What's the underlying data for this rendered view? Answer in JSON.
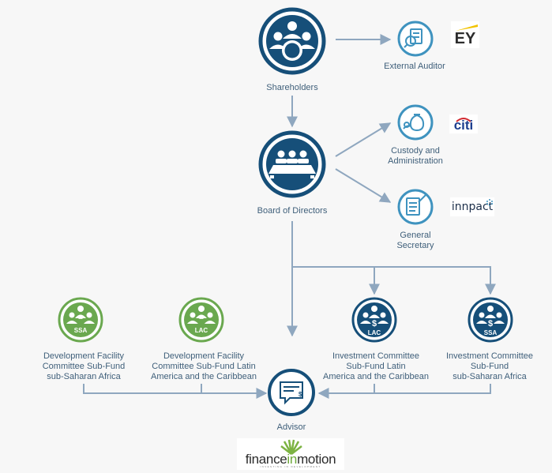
{
  "nodes": {
    "shareholders": {
      "label": [
        "Shareholders"
      ]
    },
    "auditor": {
      "label": [
        "External Auditor"
      ]
    },
    "board": {
      "label": [
        "Board of Directors"
      ]
    },
    "custody": {
      "label": [
        "Custody and",
        "Administration"
      ]
    },
    "secretary": {
      "label": [
        "General",
        "Secretary"
      ]
    },
    "dfc_ssa": {
      "badge": "SSA",
      "label": [
        "Development Facility",
        "Committee Sub-Fund",
        "sub-Saharan Africa"
      ]
    },
    "dfc_lac": {
      "badge": "LAC",
      "label": [
        "Development Facility",
        "Committee Sub-Fund Latin",
        "America and the Caribbean"
      ]
    },
    "ic_lac": {
      "badge": "LAC",
      "label": [
        "Investment Committee",
        "Sub-Fund Latin",
        "America and the Caribbean"
      ]
    },
    "ic_ssa": {
      "badge": "SSA",
      "label": [
        "Investment Committee",
        "Sub-Fund",
        "sub-Saharan Africa"
      ]
    },
    "advisor": {
      "label": [
        "Advisor"
      ]
    }
  },
  "logos": {
    "ey": "EY",
    "citi": "citi",
    "innpact": "innpact",
    "finance_in_motion": [
      "finance",
      "in",
      "motion"
    ],
    "finance_in_motion_tagline": "INVESTING IN DEVELOPMENT"
  },
  "colors": {
    "dark_blue": "#164f79",
    "light_blue": "#3f93bf",
    "green": "#6aa84f",
    "connector": "#8fa7bf",
    "label_text": "#3f5f7a"
  }
}
